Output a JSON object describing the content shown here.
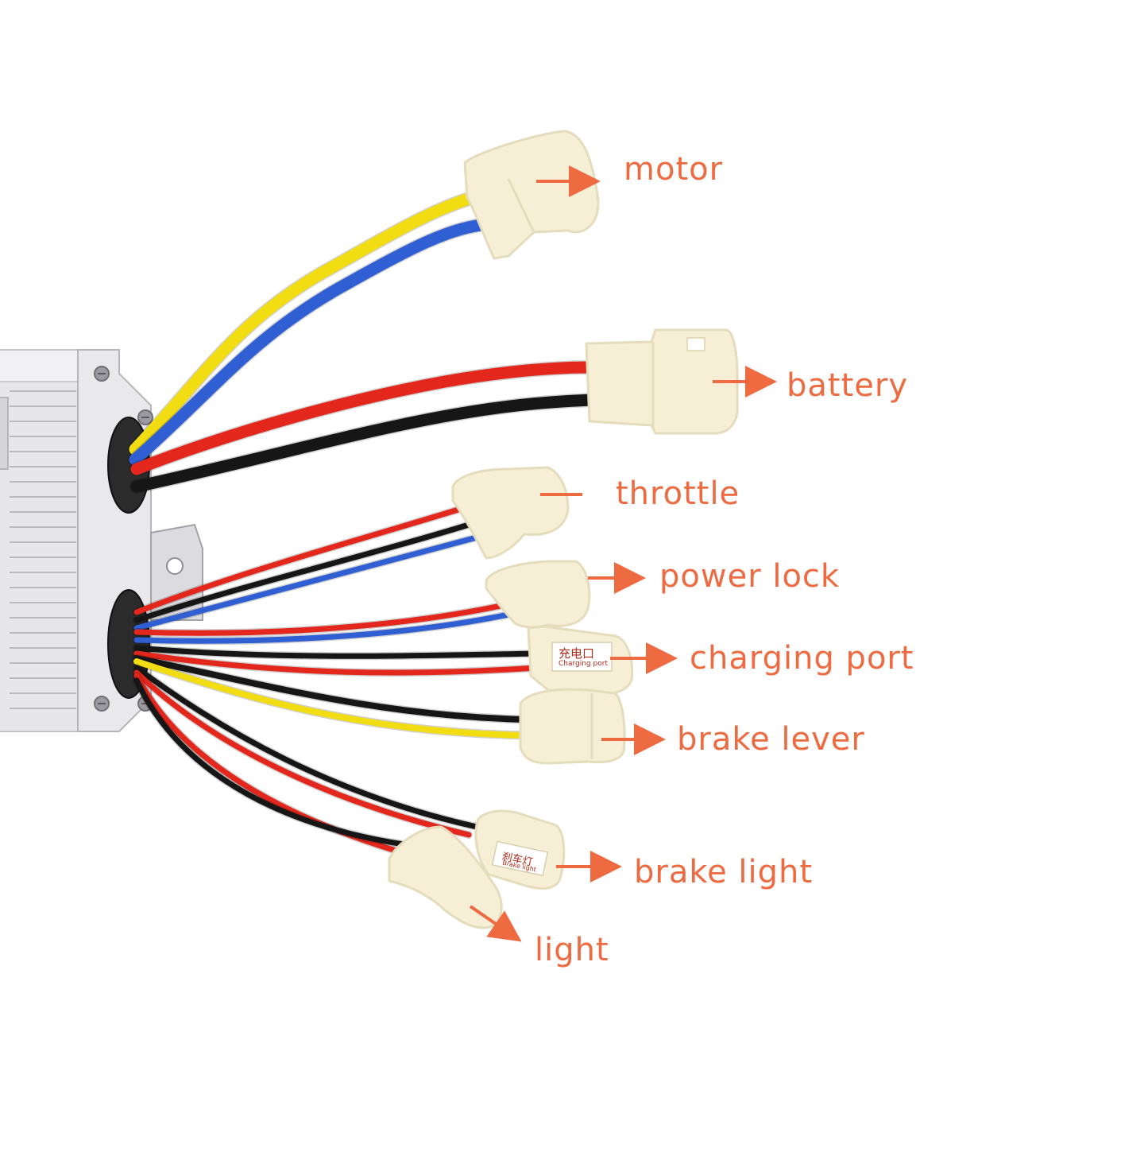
{
  "colors": {
    "label": "#ee6a40",
    "connector": "#f6efd6",
    "connector_shade": "#e5dcbd",
    "wire_yellow": "#f2dc12",
    "wire_blue": "#2f5fd3",
    "wire_red": "#e3271c",
    "wire_black": "#161616",
    "housing": "#e7e7e9"
  },
  "labels": [
    {
      "id": "motor",
      "text": "motor"
    },
    {
      "id": "battery",
      "text": "battery"
    },
    {
      "id": "throttle",
      "text": "throttle"
    },
    {
      "id": "power-lock",
      "text": "power lock"
    },
    {
      "id": "charging-port",
      "text": "charging port"
    },
    {
      "id": "brake-lever",
      "text": "brake lever"
    },
    {
      "id": "brake-light",
      "text": "brake light"
    },
    {
      "id": "light",
      "text": "light"
    }
  ],
  "connector_tags": {
    "charging_cn": "充电口",
    "charging_en": "Charging port",
    "brake_light_cn": "刹车灯",
    "brake_light_en": "Brake light"
  }
}
